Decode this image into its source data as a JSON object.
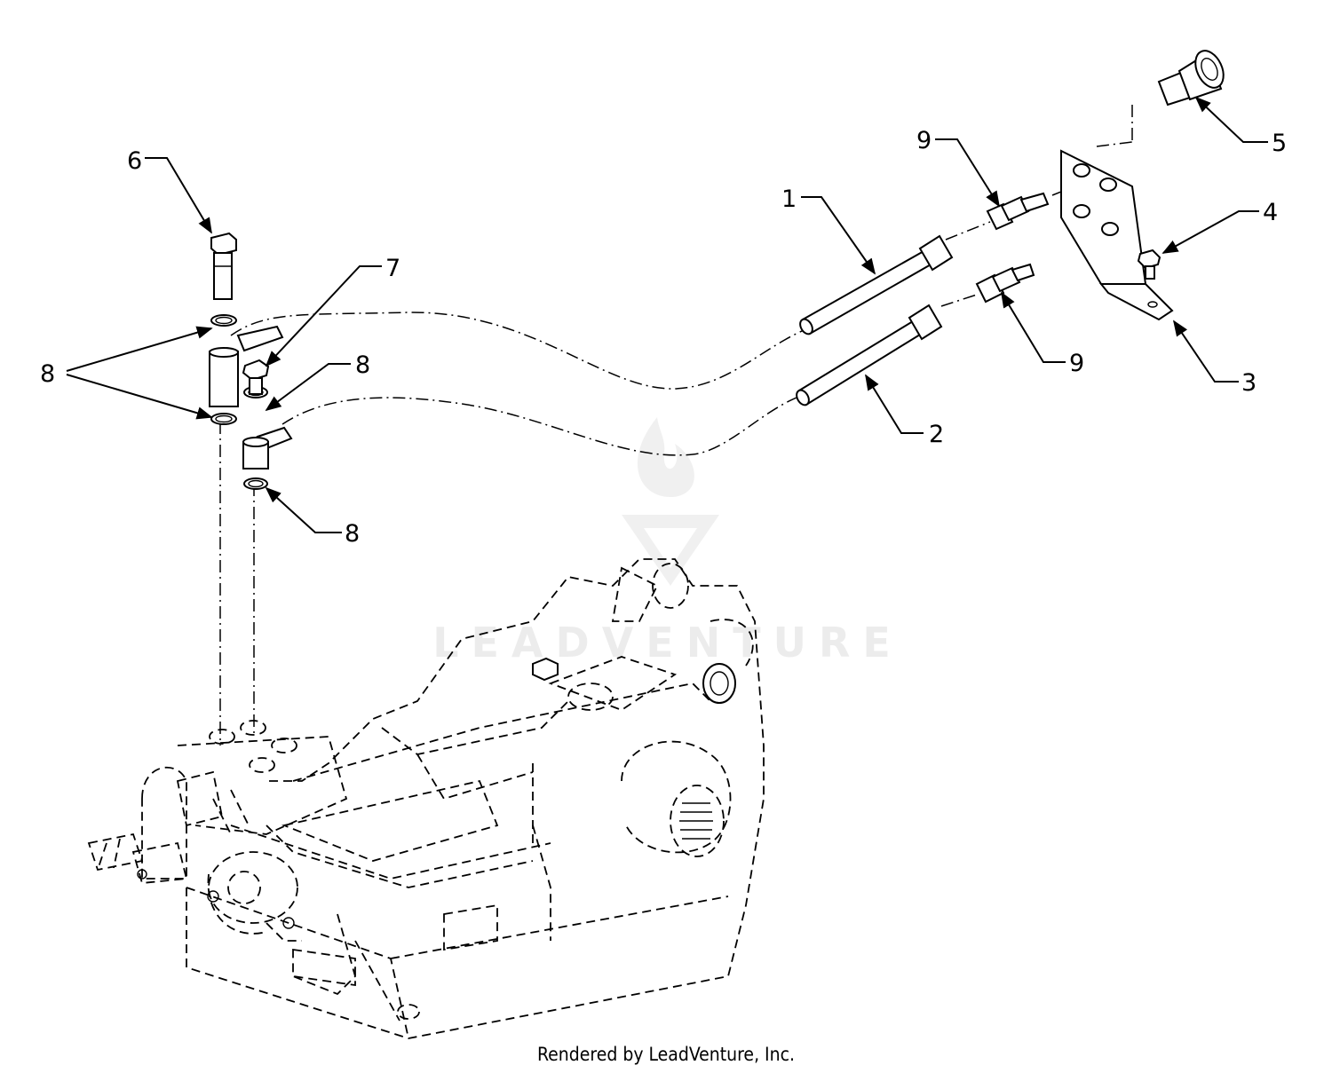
{
  "callouts": [
    {
      "id": "1",
      "label": "1"
    },
    {
      "id": "2",
      "label": "2"
    },
    {
      "id": "3",
      "label": "3"
    },
    {
      "id": "4",
      "label": "4"
    },
    {
      "id": "5",
      "label": "5"
    },
    {
      "id": "6",
      "label": "6"
    },
    {
      "id": "7",
      "label": "7"
    },
    {
      "id": "8a",
      "label": "8"
    },
    {
      "id": "8b",
      "label": "8"
    },
    {
      "id": "8c",
      "label": "8"
    },
    {
      "id": "9a",
      "label": "9"
    },
    {
      "id": "9b",
      "label": "9"
    }
  ],
  "watermark": {
    "text": "LEADVENTURE"
  },
  "footer": {
    "text": "Rendered by LeadVenture, Inc."
  }
}
